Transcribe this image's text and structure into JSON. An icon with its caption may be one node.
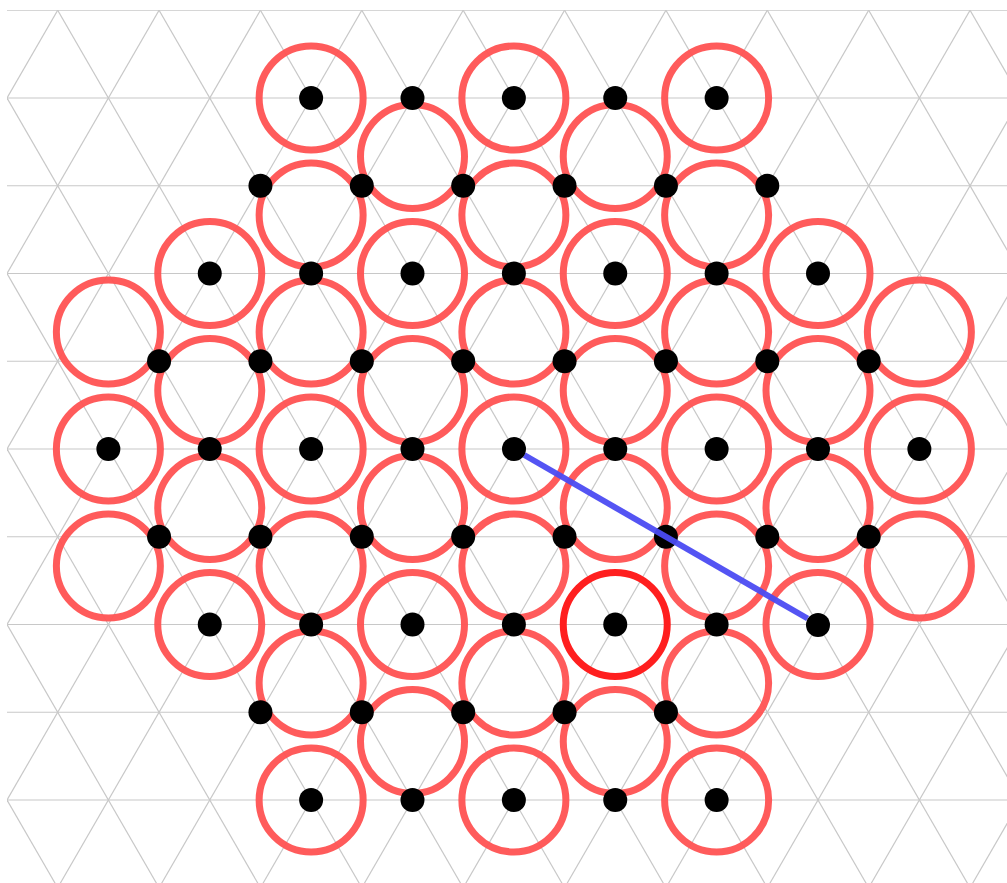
{
  "diagram": {
    "nodes": [
      {
        "text": [],
        "shape": "circle"
      },
      {
        "text": [],
        "shape": "circle"
      }
    ],
    "edges": [
      {
        "from": 0,
        "to": 1,
        "arrow": "none",
        "color": "#4b4bf2"
      }
    ]
  }
}
